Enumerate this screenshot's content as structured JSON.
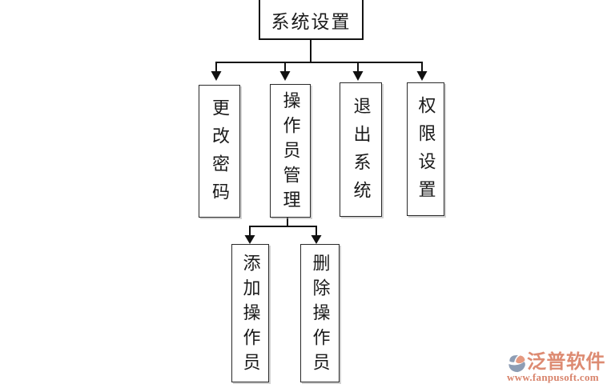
{
  "diagram": {
    "root": {
      "label": "系统设置"
    },
    "level1": [
      {
        "label": "更改密码"
      },
      {
        "label": "操作员管理"
      },
      {
        "label": "退出系统"
      },
      {
        "label": "权限设置"
      }
    ],
    "level2": [
      {
        "label": "添加操作员"
      },
      {
        "label": "删除操作员"
      }
    ]
  },
  "watermark": {
    "brand": "泛普软件",
    "url": "www.fanpusoft.com",
    "brand_color": "#dd8b72",
    "icon_blue": "#8d9db4",
    "icon_salmon": "#e59a81"
  }
}
